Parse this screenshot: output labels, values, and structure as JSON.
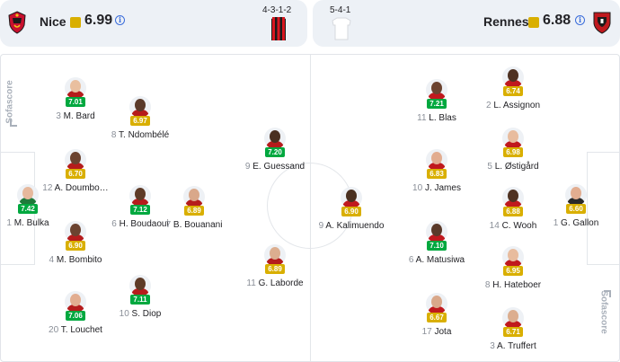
{
  "home": {
    "name": "Nice",
    "rating": "6.99",
    "formation": "4-3-1-2",
    "info_symbol": "i",
    "logo_icon": "ogc-nice-crest-icon",
    "kit_colors": [
      "#d7171f",
      "#1b1b1b"
    ],
    "players": [
      {
        "number": "1",
        "name": "M. Bulka",
        "rating": "7.42",
        "color": "green",
        "skin": "#e6b89c",
        "shirt": "#1f7a3a"
      },
      {
        "number": "12",
        "name": "A. Doumbo…",
        "rating": "6.70",
        "color": "yellow",
        "skin": "#6b4330",
        "shirt": "#b51c1c"
      },
      {
        "number": "4",
        "name": "M. Bombito",
        "rating": "6.90",
        "color": "yellow",
        "skin": "#6b4330",
        "shirt": "#b51c1c"
      },
      {
        "number": "3",
        "name": "M. Bard",
        "rating": "7.01",
        "color": "green",
        "skin": "#e9bf9f",
        "shirt": "#b51c1c"
      },
      {
        "number": "20",
        "name": "T. Louchet",
        "rating": "7.06",
        "color": "green",
        "skin": "#e2ad90",
        "shirt": "#b51c1c"
      },
      {
        "number": "8",
        "name": "T. Ndombélé",
        "rating": "6.97",
        "color": "yellow",
        "skin": "#5a3a2a",
        "shirt": "#b51c1c"
      },
      {
        "number": "6",
        "name": "H. Boudaoui",
        "rating": "7.12",
        "color": "green",
        "skin": "#5e3b27",
        "shirt": "#b51c1c"
      },
      {
        "number": "10",
        "name": "S. Diop",
        "rating": "7.11",
        "color": "green",
        "skin": "#5e3b27",
        "shirt": "#b51c1c"
      },
      {
        "number": "7",
        "name": "B. Bouanani",
        "rating": "6.89",
        "color": "yellow",
        "skin": "#d9a88a",
        "shirt": "#b51c1c"
      },
      {
        "number": "9",
        "name": "E. Guessand",
        "rating": "7.20",
        "color": "green",
        "skin": "#4a3020",
        "shirt": "#b51c1c"
      },
      {
        "number": "11",
        "name": "G. Laborde",
        "rating": "6.89",
        "color": "yellow",
        "skin": "#dcae8f",
        "shirt": "#b51c1c"
      }
    ]
  },
  "away": {
    "name": "Rennes",
    "rating": "6.88",
    "formation": "5-4-1",
    "info_symbol": "i",
    "logo_icon": "stade-rennais-crest-icon",
    "kit_colors": [
      "#ffffff",
      "#e6e6e6"
    ],
    "players": [
      {
        "number": "1",
        "name": "G. Gallon",
        "rating": "6.60",
        "color": "yellow",
        "skin": "#e2ad90",
        "shirt": "#2a2a2a"
      },
      {
        "number": "2",
        "name": "L. Assignon",
        "rating": "6.74",
        "color": "yellow",
        "skin": "#4f3222",
        "shirt": "#c0191e"
      },
      {
        "number": "5",
        "name": "L. Østigård",
        "rating": "6.98",
        "color": "yellow",
        "skin": "#e8bc9e",
        "shirt": "#c0191e"
      },
      {
        "number": "14",
        "name": "C. Wooh",
        "rating": "6.88",
        "color": "yellow",
        "skin": "#4f3222",
        "shirt": "#c0191e"
      },
      {
        "number": "8",
        "name": "H. Hateboer",
        "rating": "6.95",
        "color": "yellow",
        "skin": "#e8bc9e",
        "shirt": "#c0191e"
      },
      {
        "number": "3",
        "name": "A. Truffert",
        "rating": "6.71",
        "color": "yellow",
        "skin": "#dcae8f",
        "shirt": "#c0191e"
      },
      {
        "number": "11",
        "name": "L. Blas",
        "rating": "7.21",
        "color": "green",
        "skin": "#6b4330",
        "shirt": "#c0191e"
      },
      {
        "number": "10",
        "name": "J. James",
        "rating": "6.83",
        "color": "yellow",
        "skin": "#e2ad90",
        "shirt": "#c0191e"
      },
      {
        "number": "6",
        "name": "A. Matusiwa",
        "rating": "7.10",
        "color": "green",
        "skin": "#5a3a2a",
        "shirt": "#c0191e"
      },
      {
        "number": "17",
        "name": "Jota",
        "rating": "6.67",
        "color": "yellow",
        "skin": "#d9a88a",
        "shirt": "#c0191e"
      },
      {
        "number": "9",
        "name": "A. Kalimuendo",
        "rating": "6.90",
        "color": "yellow",
        "skin": "#4a3020",
        "shirt": "#c0191e"
      }
    ]
  },
  "watermark": "Sofascore"
}
